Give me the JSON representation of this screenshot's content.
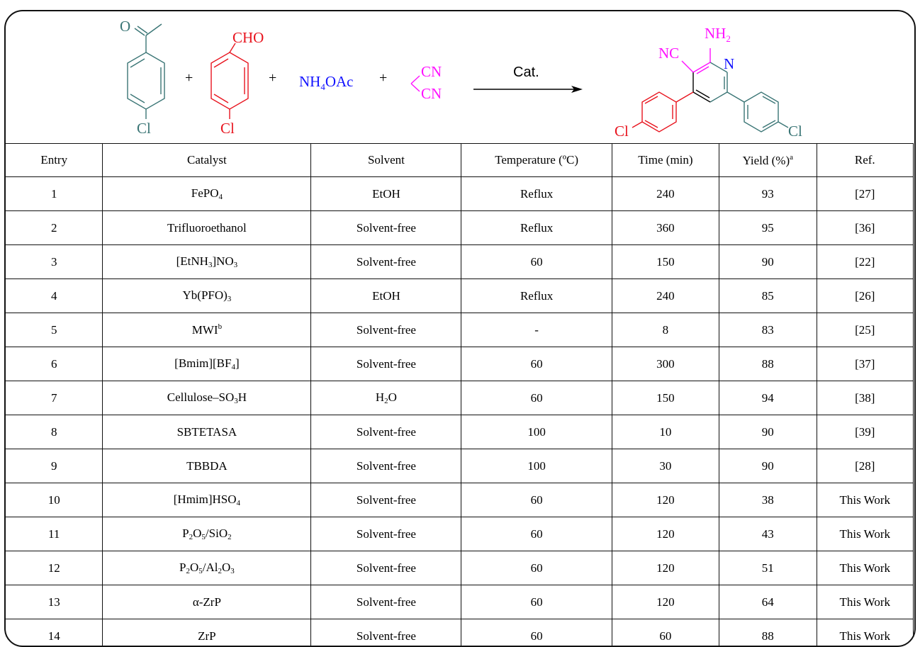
{
  "scheme": {
    "reactant1": {
      "oxygen": "O",
      "chlorine": "Cl"
    },
    "plus": "+",
    "reactant2": {
      "aldehyde": "CHO",
      "chlorine": "Cl"
    },
    "reagent_nh": "NH",
    "reagent_sub": "4",
    "reagent_oac": "OAc",
    "malononitrile": {
      "cn_top": "CN",
      "cn_bottom": "CN"
    },
    "arrow_label": "Cat.",
    "product": {
      "nh": "NH",
      "nh_sub": "2",
      "nc": "NC",
      "n": "N",
      "cl_left": "Cl",
      "cl_right": "Cl"
    },
    "colors": {
      "aryl": "#3a7575",
      "aldehyde_ring": "#e8141e",
      "reagent": "#1212ff",
      "malononitrile": "#ff10ff",
      "black": "#000000"
    }
  },
  "table": {
    "headers": {
      "entry": "Entry",
      "catalyst": "Catalyst",
      "solvent": "Solvent",
      "temperature": "Temperature (ºC)",
      "time": "Time (min)",
      "yield": "Yield (%)",
      "yield_note": "a",
      "ref": "Ref."
    },
    "rows": [
      {
        "entry": "1",
        "catalyst": [
          "FePO",
          {
            "sub": "4"
          }
        ],
        "solvent": [
          "EtOH"
        ],
        "temperature": "Reflux",
        "time": "240",
        "yield": "93",
        "ref": "[27]"
      },
      {
        "entry": "2",
        "catalyst": [
          "Trifluoroethanol"
        ],
        "solvent": [
          "Solvent-free"
        ],
        "temperature": "Reflux",
        "time": "360",
        "yield": "95",
        "ref": "[36]"
      },
      {
        "entry": "3",
        "catalyst": [
          "[EtNH",
          {
            "sub": "3"
          },
          "]NO",
          {
            "sub": "3"
          }
        ],
        "solvent": [
          "Solvent-free"
        ],
        "temperature": "60",
        "time": "150",
        "yield": "90",
        "ref": "[22]"
      },
      {
        "entry": "4",
        "catalyst": [
          "Yb(PFO)",
          {
            "sub": "3"
          }
        ],
        "solvent": [
          "EtOH"
        ],
        "temperature": "Reflux",
        "time": "240",
        "yield": "85",
        "ref": "[26]"
      },
      {
        "entry": "5",
        "catalyst": [
          "MWI",
          {
            "sup": "b"
          }
        ],
        "solvent": [
          "Solvent-free"
        ],
        "temperature": "-",
        "time": "8",
        "yield": "83",
        "ref": "[25]"
      },
      {
        "entry": "6",
        "catalyst": [
          "[Bmim][BF",
          {
            "sub": "4"
          },
          "]"
        ],
        "solvent": [
          "Solvent-free"
        ],
        "temperature": "60",
        "time": "300",
        "yield": "88",
        "ref": "[37]"
      },
      {
        "entry": "7",
        "catalyst": [
          "Cellulose–SO",
          {
            "sub": "3"
          },
          "H"
        ],
        "solvent": [
          "H",
          {
            "sub": "2"
          },
          "O"
        ],
        "temperature": "60",
        "time": "150",
        "yield": "94",
        "ref": "[38]"
      },
      {
        "entry": "8",
        "catalyst": [
          "SBTETASA"
        ],
        "solvent": [
          "Solvent-free"
        ],
        "temperature": "100",
        "time": "10",
        "yield": "90",
        "ref": "[39]"
      },
      {
        "entry": "9",
        "catalyst": [
          "TBBDA"
        ],
        "solvent": [
          "Solvent-free"
        ],
        "temperature": "100",
        "time": "30",
        "yield": "90",
        "ref": "[28]"
      },
      {
        "entry": "10",
        "catalyst": [
          "[Hmim]HSO",
          {
            "sub": "4"
          }
        ],
        "solvent": [
          "Solvent-free"
        ],
        "temperature": "60",
        "time": "120",
        "yield": "38",
        "ref": "This Work"
      },
      {
        "entry": "11",
        "catalyst": [
          "P",
          {
            "sub": "2"
          },
          "O",
          {
            "sub": "5"
          },
          "/SiO",
          {
            "sub": "2"
          }
        ],
        "solvent": [
          "Solvent-free"
        ],
        "temperature": "60",
        "time": "120",
        "yield": "43",
        "ref": "This Work"
      },
      {
        "entry": "12",
        "catalyst": [
          "P",
          {
            "sub": "2"
          },
          "O",
          {
            "sub": "5"
          },
          "/Al",
          {
            "sub": "2"
          },
          "O",
          {
            "sub": "3"
          }
        ],
        "solvent": [
          "Solvent-free"
        ],
        "temperature": "60",
        "time": "120",
        "yield": "51",
        "ref": "This Work"
      },
      {
        "entry": "13",
        "catalyst": [
          "α-ZrP"
        ],
        "solvent": [
          "Solvent-free"
        ],
        "temperature": "60",
        "time": "120",
        "yield": "64",
        "ref": "This Work"
      },
      {
        "entry": "14",
        "catalyst": [
          "ZrP"
        ],
        "solvent": [
          "Solvent-free"
        ],
        "temperature": "60",
        "time": "60",
        "yield": "88",
        "ref": "This Work"
      }
    ]
  }
}
